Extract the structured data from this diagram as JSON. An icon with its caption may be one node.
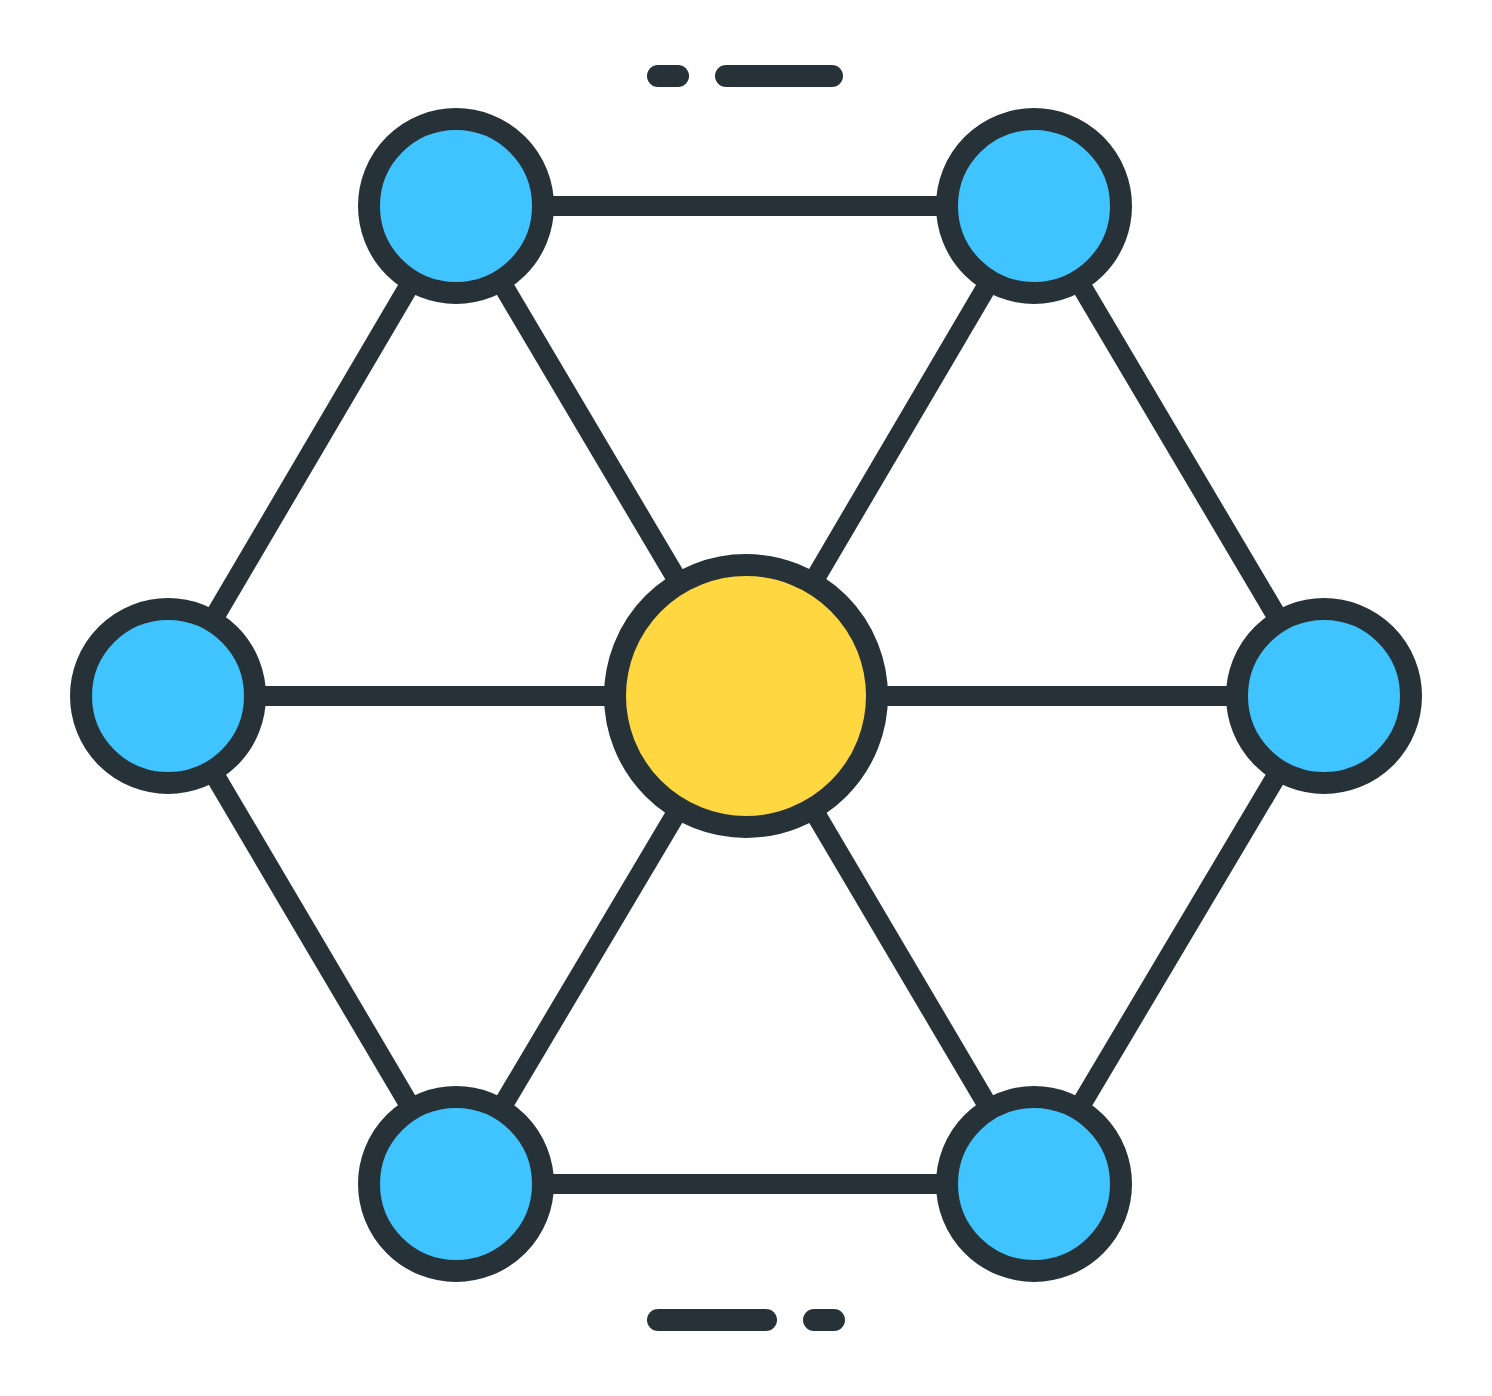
{
  "diagram": {
    "nodes": [
      {
        "text": [],
        "shape": "circle"
      },
      {
        "text": [],
        "shape": "circle"
      },
      {
        "text": [],
        "shape": "circle"
      },
      {
        "text": [],
        "shape": "circle"
      },
      {
        "text": [],
        "shape": "circle"
      },
      {
        "text": [],
        "shape": "circle"
      },
      {
        "text": [],
        "shape": "circle"
      }
    ],
    "edges": [
      {
        "from": 0,
        "to": 1,
        "arrow": "none"
      },
      {
        "from": 0,
        "to": 2,
        "arrow": "none"
      },
      {
        "from": 0,
        "to": 3,
        "arrow": "none"
      },
      {
        "from": 1,
        "to": 3,
        "arrow": "none"
      },
      {
        "from": 1,
        "to": 4,
        "arrow": "none"
      },
      {
        "from": 2,
        "to": 3,
        "arrow": "none"
      },
      {
        "from": 3,
        "to": 4,
        "arrow": "none"
      },
      {
        "from": 2,
        "to": 5,
        "arrow": "none"
      },
      {
        "from": 3,
        "to": 5,
        "arrow": "none"
      },
      {
        "from": 3,
        "to": 6,
        "arrow": "none"
      },
      {
        "from": 4,
        "to": 6,
        "arrow": "none"
      },
      {
        "from": 5,
        "to": 6,
        "arrow": "none"
      }
    ]
  }
}
